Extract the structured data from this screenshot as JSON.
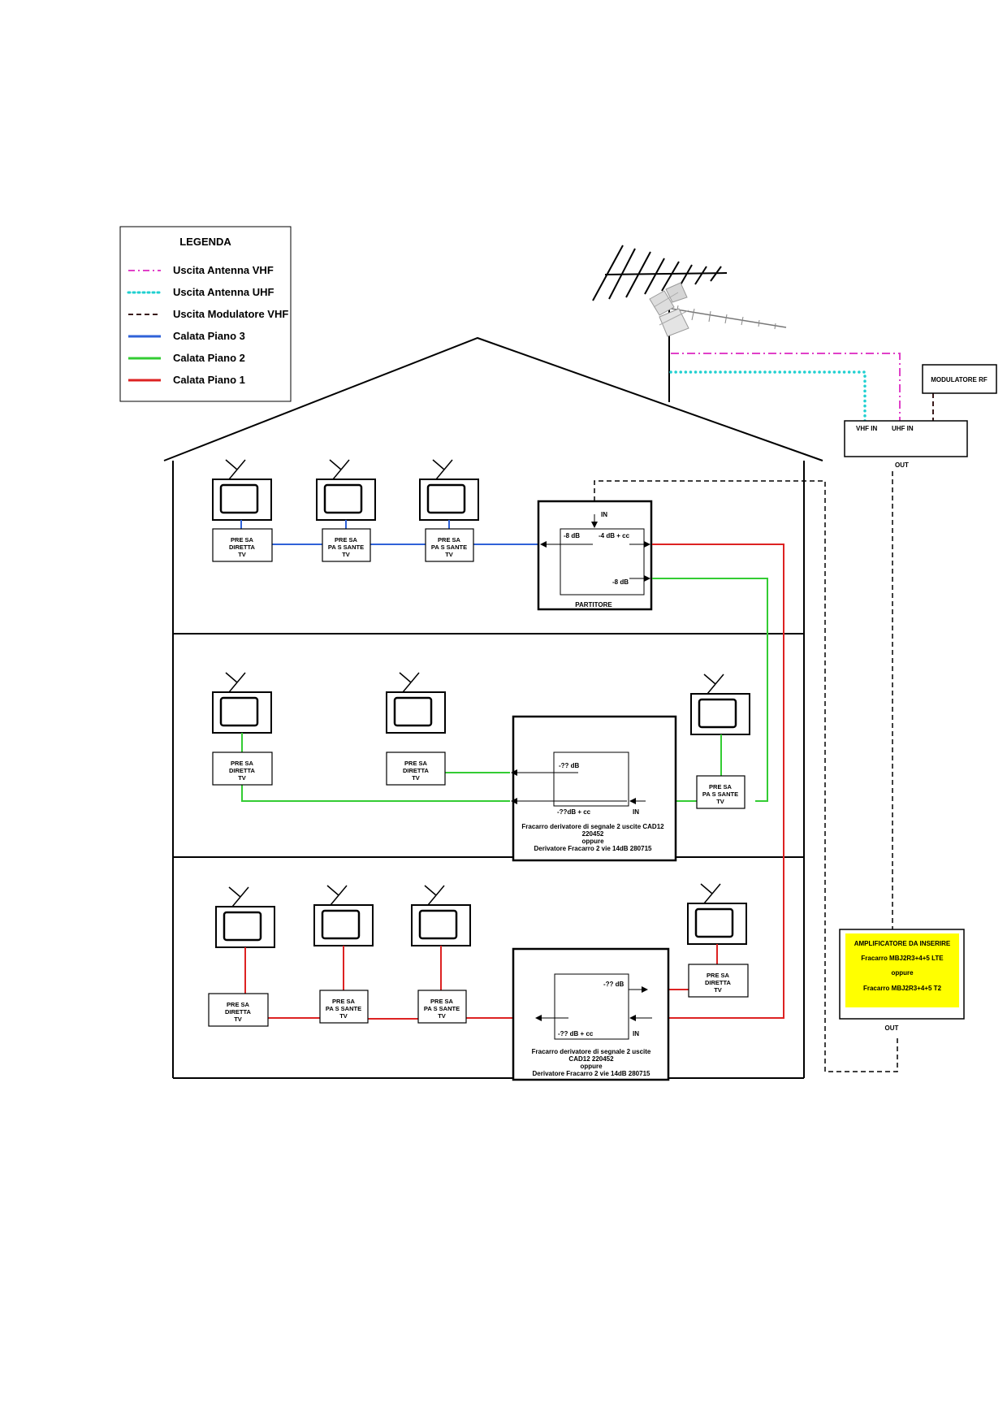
{
  "legend": {
    "title": "LEGENDA",
    "items": [
      {
        "label": "Uscita Antenna VHF",
        "color": "#e040c8",
        "style": "dash-dot"
      },
      {
        "label": "Uscita Antenna UHF",
        "color": "#20d0d0",
        "style": "dotted"
      },
      {
        "label": "Uscita Modulatore VHF",
        "color": "#3a1a1a",
        "style": "dashed"
      },
      {
        "label": "Calata Piano 3",
        "color": "#2f62d8",
        "style": "solid"
      },
      {
        "label": "Calata Piano 2",
        "color": "#33cc33",
        "style": "solid"
      },
      {
        "label": "Calata Piano 1",
        "color": "#dd2222",
        "style": "solid"
      }
    ]
  },
  "colors": {
    "vhf": "#e040c8",
    "uhf": "#20d0d0",
    "modulator": "#3a1a1a",
    "floor3": "#2f62d8",
    "floor2": "#33cc33",
    "floor1": "#dd2222",
    "amplifier_fill": "#ffff00"
  },
  "modulator": {
    "label": "MODULATORE RF"
  },
  "head_amp": {
    "vhf_in": "VHF IN",
    "uhf_in": "UHF IN",
    "out": "OUT"
  },
  "amplifier": {
    "lines": [
      "AMPLIFICATORE DA INSERIRE",
      "Fracarro  MBJ2R3+4+5 LTE",
      "oppure",
      "Fracarro MBJ2R3+4+5 T2"
    ],
    "out": "OUT"
  },
  "socket": {
    "direct": [
      "PRE SA",
      "DIRETTA",
      "TV"
    ],
    "pass": [
      "PRE SA",
      "PA S SANTE",
      "TV"
    ]
  },
  "splitter": {
    "title": "PARTITORE",
    "in": "IN",
    "left_out": "-8 dB",
    "right_top": "-4 dB + cc",
    "right_bottom": "-8 dB"
  },
  "tap2": {
    "tap": "-?? dB",
    "through": "-??dB + cc",
    "in": "IN",
    "desc": [
      "Fracarro derivatore di segnale 2 uscite CAD12",
      "220452",
      "oppure",
      "Derivatore Fracarro 2 vie 14dB 280715"
    ]
  },
  "tap1": {
    "tap": "-?? dB",
    "through": "-?? dB + cc",
    "in": "IN",
    "desc": [
      "Fracarro derivatore di segnale 2 uscite",
      "CAD12 220452",
      "oppure",
      "Derivatore Fracarro 2 vie 14dB 280715"
    ]
  }
}
